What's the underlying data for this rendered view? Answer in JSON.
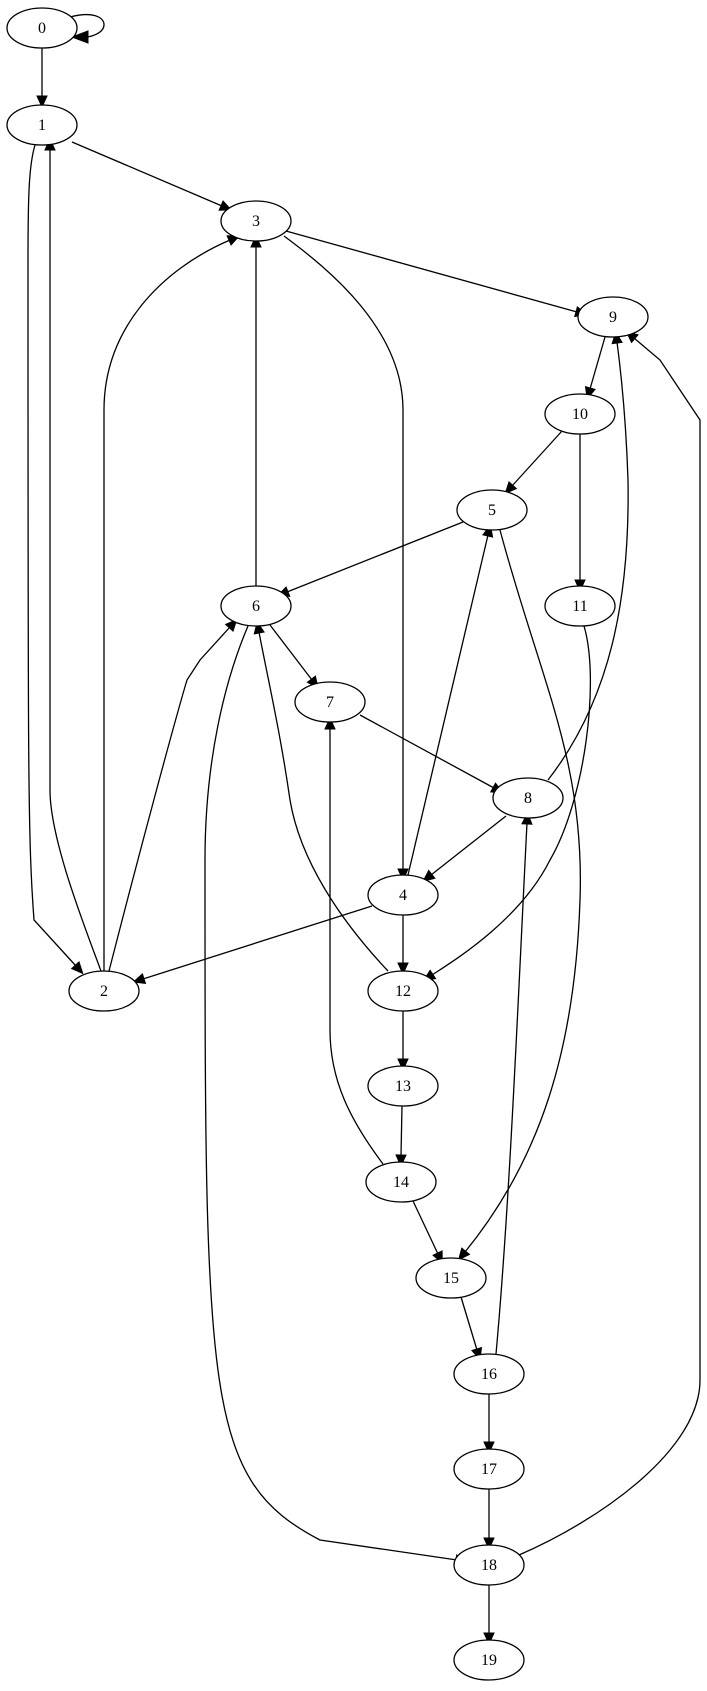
{
  "graph": {
    "directed": true,
    "nodes": [
      {
        "id": "0",
        "label": "0"
      },
      {
        "id": "1",
        "label": "1"
      },
      {
        "id": "2",
        "label": "2"
      },
      {
        "id": "3",
        "label": "3"
      },
      {
        "id": "4",
        "label": "4"
      },
      {
        "id": "5",
        "label": "5"
      },
      {
        "id": "6",
        "label": "6"
      },
      {
        "id": "7",
        "label": "7"
      },
      {
        "id": "8",
        "label": "8"
      },
      {
        "id": "9",
        "label": "9"
      },
      {
        "id": "10",
        "label": "10"
      },
      {
        "id": "11",
        "label": "11"
      },
      {
        "id": "12",
        "label": "12"
      },
      {
        "id": "13",
        "label": "13"
      },
      {
        "id": "14",
        "label": "14"
      },
      {
        "id": "15",
        "label": "15"
      },
      {
        "id": "16",
        "label": "16"
      },
      {
        "id": "17",
        "label": "17"
      },
      {
        "id": "18",
        "label": "18"
      },
      {
        "id": "19",
        "label": "19"
      }
    ],
    "edges": [
      {
        "from": "0",
        "to": "0"
      },
      {
        "from": "0",
        "to": "1"
      },
      {
        "from": "1",
        "to": "2"
      },
      {
        "from": "1",
        "to": "3"
      },
      {
        "from": "2",
        "to": "1"
      },
      {
        "from": "2",
        "to": "3"
      },
      {
        "from": "2",
        "to": "6"
      },
      {
        "from": "3",
        "to": "4"
      },
      {
        "from": "3",
        "to": "9"
      },
      {
        "from": "4",
        "to": "2"
      },
      {
        "from": "4",
        "to": "5"
      },
      {
        "from": "4",
        "to": "12"
      },
      {
        "from": "5",
        "to": "6"
      },
      {
        "from": "5",
        "to": "15"
      },
      {
        "from": "6",
        "to": "3"
      },
      {
        "from": "6",
        "to": "7"
      },
      {
        "from": "6",
        "to": "18"
      },
      {
        "from": "7",
        "to": "8"
      },
      {
        "from": "8",
        "to": "4"
      },
      {
        "from": "8",
        "to": "9"
      },
      {
        "from": "9",
        "to": "10"
      },
      {
        "from": "10",
        "to": "5"
      },
      {
        "from": "10",
        "to": "11"
      },
      {
        "from": "11",
        "to": "12"
      },
      {
        "from": "12",
        "to": "6"
      },
      {
        "from": "12",
        "to": "13"
      },
      {
        "from": "13",
        "to": "14"
      },
      {
        "from": "14",
        "to": "7"
      },
      {
        "from": "14",
        "to": "15"
      },
      {
        "from": "15",
        "to": "16"
      },
      {
        "from": "16",
        "to": "8"
      },
      {
        "from": "16",
        "to": "17"
      },
      {
        "from": "17",
        "to": "18"
      },
      {
        "from": "18",
        "to": "9"
      },
      {
        "from": "18",
        "to": "19"
      }
    ]
  }
}
